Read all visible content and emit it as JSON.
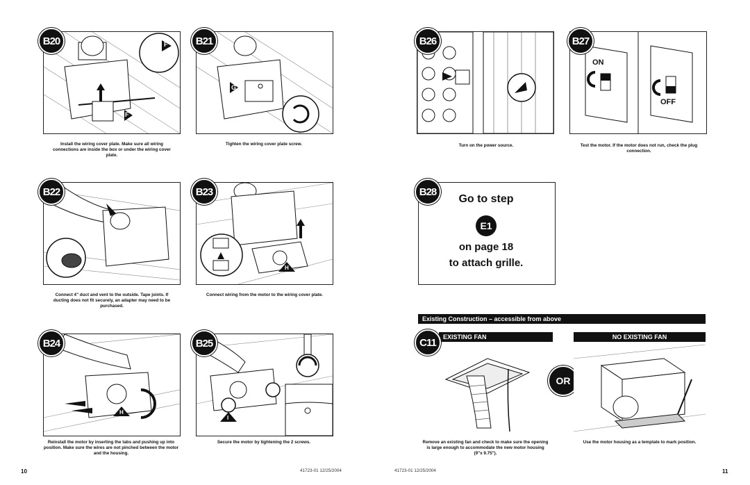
{
  "left_page": {
    "page_number": "10",
    "doc_id": "41723-01   12/25/2004",
    "steps": [
      {
        "label": "B20",
        "caption": "Install the wiring cover plate. Make sure all wiring connections are inside the box or under the wiring cover plate.",
        "letters": [
          "F",
          "F"
        ]
      },
      {
        "label": "B21",
        "caption": "Tighten the wiring cover plate screw.",
        "letters": [
          "G"
        ]
      },
      {
        "label": "B22",
        "caption": "Connect 4\" duct and vent to the outside. Tape joints. If ducting does not fit securely, an adapter may need to be purchased.",
        "letters": []
      },
      {
        "label": "B23",
        "caption": "Connect wiring from the motor to the wiring cover plate.",
        "letters": [
          "H"
        ]
      },
      {
        "label": "B24",
        "caption": "Reinstall the motor by inserting the tabs and pushing up into  position. Make sure the wires are not pinched between the motor and the housing.",
        "letters": [
          "H"
        ]
      },
      {
        "label": "B25",
        "caption": "Secure the motor by tightening the 2 screws.",
        "letters": [
          "I"
        ]
      }
    ]
  },
  "right_page": {
    "page_number": "11",
    "doc_id": "41723-01   12/25/2004",
    "steps": [
      {
        "label": "B26",
        "caption": "Turn on the power source."
      },
      {
        "label": "B27",
        "caption": "Test the motor. If the motor does not run, check the plug connection.",
        "switch_on": "ON",
        "switch_off": "OFF"
      },
      {
        "label": "B28",
        "goto_line1": "Go to step",
        "goto_step": "E1",
        "goto_line2": "on page 18",
        "goto_line3": "to attach grille."
      }
    ],
    "section_header": "Existing Construction – accessible from above",
    "c11": {
      "label": "C11",
      "existing_header": "EXISTING FAN",
      "no_existing_header": "NO EXISTING FAN",
      "or_label": "OR",
      "existing_caption": "Remove an existing fan and check to make sure the opening is large enough to accommodate the new motor housing (9\"x 9.75\").",
      "no_existing_caption": "Use the motor housing as a template to mark position."
    }
  }
}
